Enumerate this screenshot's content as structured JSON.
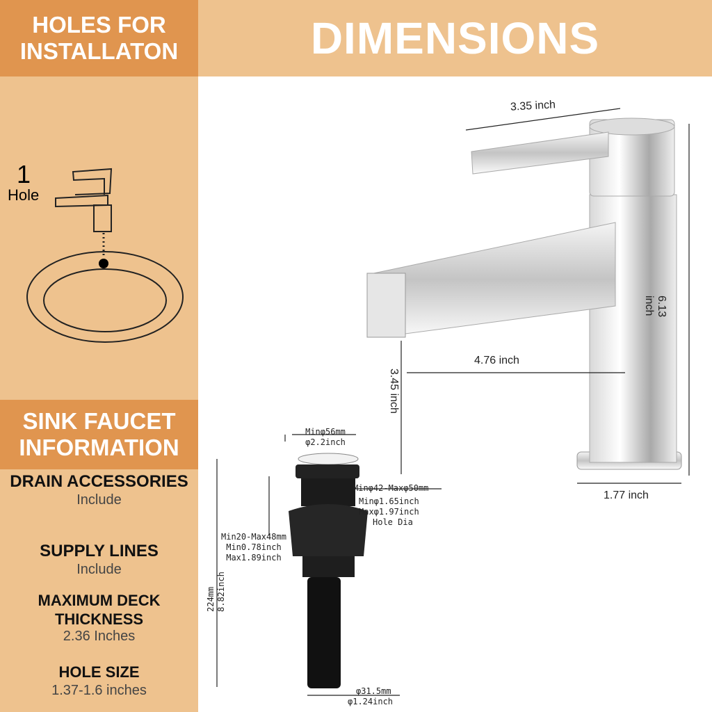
{
  "left_panel": {
    "holes_title": "HOLES FOR INSTALLATON",
    "hole_count": "1",
    "hole_label": "Hole",
    "info_title": "SINK FAUCET INFORMATION",
    "items": [
      {
        "title": "DRAIN ACCESSORIES",
        "value": "Include"
      },
      {
        "title": "SUPPLY LINES",
        "value": "Include"
      },
      {
        "title": "MAXIMUM DECK THICKNESS",
        "value": "2.36 Inches"
      },
      {
        "title": "HOLE SIZE",
        "value": "1.37-1.6 inches"
      }
    ]
  },
  "dimensions": {
    "title": "DIMENSIONS",
    "faucet": {
      "handle_length": "3.35 inch",
      "height": "6.13 inch",
      "spout_reach": "4.76 inch",
      "spout_height": "3.45 inch",
      "base": "1.77 inch"
    },
    "drain": {
      "cap_mm": "Minφ56mm",
      "cap_in": "φ2.2inch",
      "hole_mm": "Minφ42-Maxφ50mm",
      "hole_min_in": "Minφ1.65inch",
      "hole_max_in": "Maxφ1.97inch",
      "hole_label": "Hole Dia",
      "thick_mm": "Min20-Max48mm",
      "thick_min_in": "Min0.78inch",
      "thick_max_in": "Max1.89inch",
      "length_mm": "224mm",
      "length_in": "8.82inch",
      "pipe_mm": "φ31.5mm",
      "pipe_in": "φ1.24inch"
    }
  },
  "colors": {
    "header_dark": "#E0954F",
    "panel_light": "#EEC28E"
  }
}
